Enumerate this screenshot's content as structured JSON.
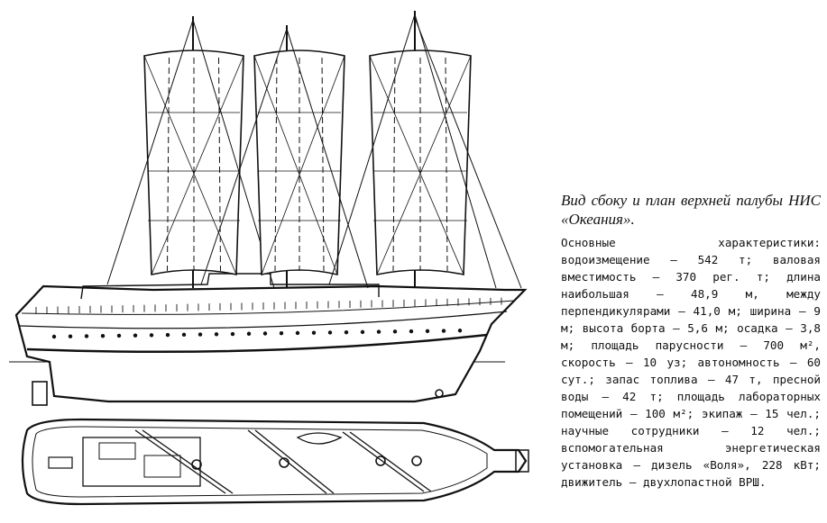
{
  "caption": {
    "title": "Вид сбоку и план верхней палубы НИС «Океания».",
    "body": "Основные характеристики: водоизмещение — 542 т; валовая вместимость — 370 рег. т; длина наибольшая — 48,9 м, между перпендикулярами — 41,0 м; ширина — 9 м; высота борта — 5,6 м; осадка — 3,8 м; площадь парусности — 700 м², скорость — 10 уз; автономность — 60 сут.; запас топлива — 47 т, пресной воды — 42 т; площадь лабораторных помещений — 100 м²; экипаж — 15 чел.; научные сотрудники — 12 чел.; вспомогательная энергетическая установка — дизель «Воля», 228 кВт; движитель — двухлопастной ВРШ."
  },
  "figure": {
    "views": [
      "side-view",
      "deck-plan"
    ],
    "mast_count": 3,
    "line_color": "#111111"
  }
}
